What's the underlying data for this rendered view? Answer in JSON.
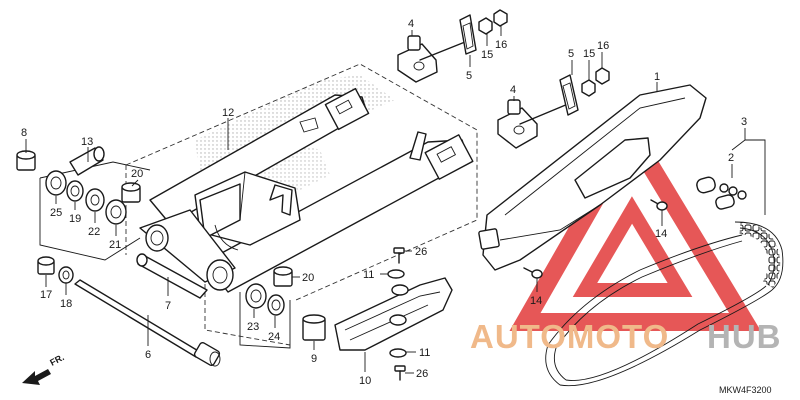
{
  "diagram_code": "MKW4F3200",
  "front_arrow_label": "FR.",
  "watermark": {
    "part1": "AUTOMOTO",
    "part2": "HUB",
    "color1": "#f0b98a",
    "color2": "#b4b4b4",
    "logo_color": "#e23a3a"
  },
  "callouts": [
    "1",
    "2",
    "3",
    "4",
    "4",
    "5",
    "5",
    "6",
    "7",
    "8",
    "9",
    "10",
    "11",
    "11",
    "12",
    "13",
    "14",
    "14",
    "15",
    "15",
    "16",
    "16",
    "17",
    "18",
    "19",
    "20",
    "20",
    "21",
    "22",
    "23",
    "24",
    "25",
    "26",
    "26"
  ]
}
